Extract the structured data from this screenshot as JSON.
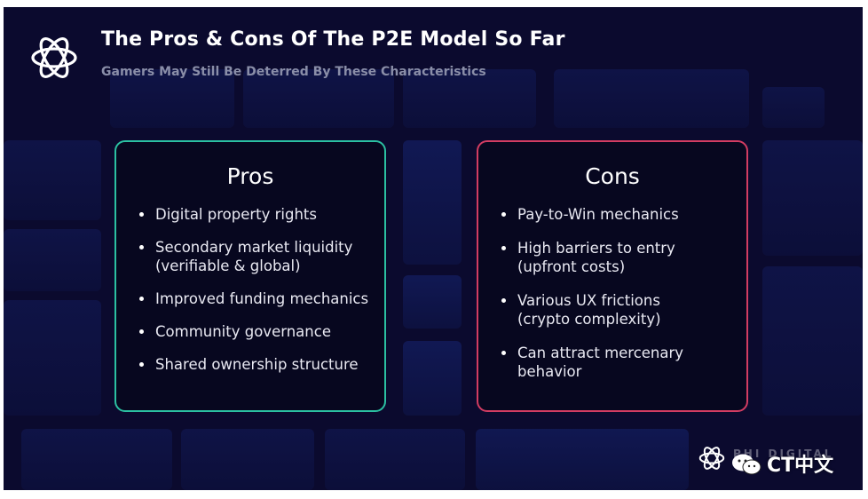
{
  "header": {
    "title": "The Pros & Cons Of The P2E Model So Far",
    "subtitle": "Gamers May Still Be Deterred By These Characteristics",
    "logo_icon": "flower-knot-logo-icon"
  },
  "pros": {
    "heading": "Pros",
    "accent": "#2bc0a2",
    "items": [
      {
        "line1": "Digital property rights",
        "line2": ""
      },
      {
        "line1": "Secondary market liquidity",
        "line2": "(verifiable & global)"
      },
      {
        "line1": "Improved funding mechanics",
        "line2": ""
      },
      {
        "line1": "Community governance",
        "line2": ""
      },
      {
        "line1": "Shared ownership structure",
        "line2": ""
      }
    ]
  },
  "cons": {
    "heading": "Cons",
    "accent": "#d23c62",
    "items": [
      {
        "line1": "Pay-to-Win mechanics",
        "line2": ""
      },
      {
        "line1": "High barriers to entry",
        "line2": "(upfront costs)"
      },
      {
        "line1": "Various UX frictions",
        "line2": "(crypto complexity)"
      },
      {
        "line1": "Can attract mercenary",
        "line2": "behavior"
      }
    ]
  },
  "watermark": {
    "faded_text": "PHI DIGITAL",
    "text": "CT中文"
  },
  "colors": {
    "background": "#0b0a2e",
    "title": "#ffffff",
    "subtitle": "#8a8ea8"
  }
}
